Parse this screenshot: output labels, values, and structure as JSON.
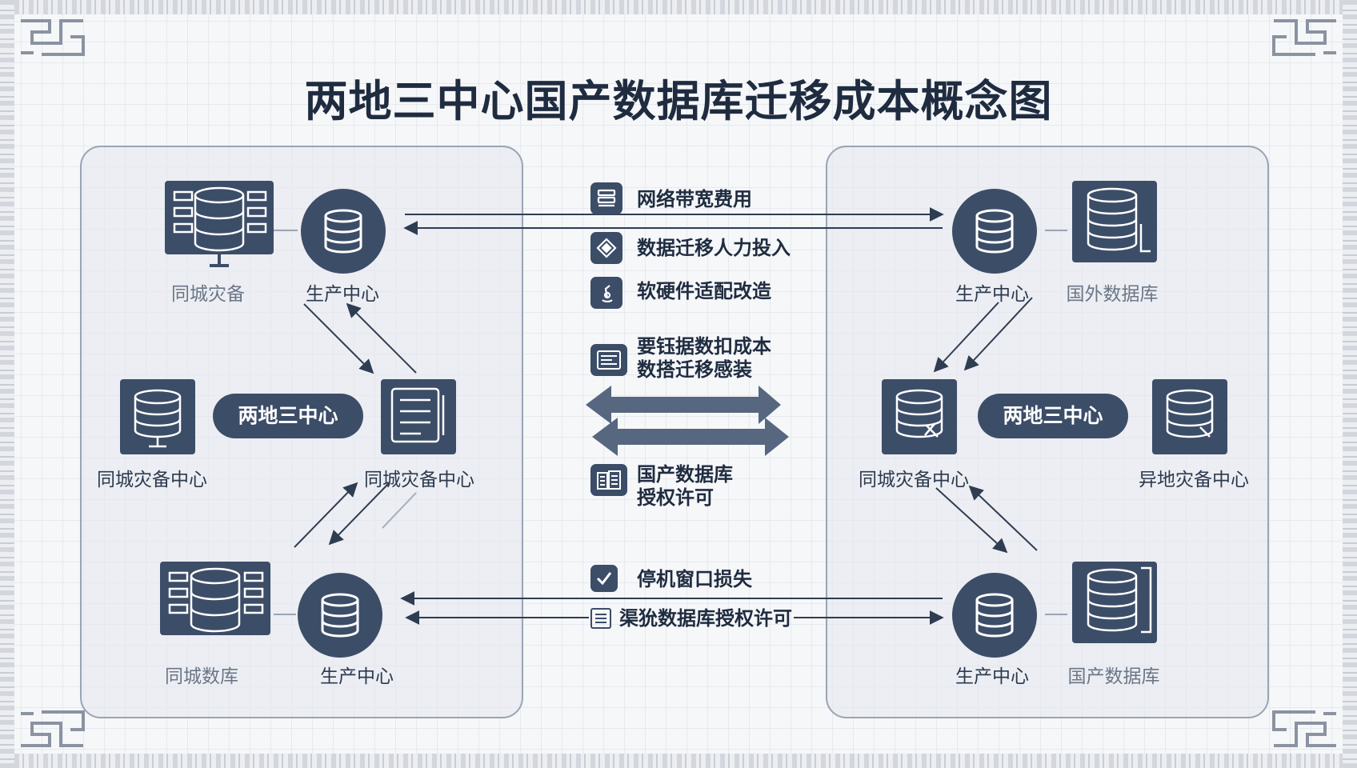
{
  "title": "两地三中心国产数据库迁移成本概念图",
  "colors": {
    "node": "#3c4d68",
    "arrow": "#2f3d52",
    "wide_arrow": "#56677f",
    "panel_border": "#9aa4b3"
  },
  "left_panel": {
    "top_left": {
      "icon": "server-rack-icon",
      "label": "同城灾备"
    },
    "top_center": {
      "icon": "database-icon",
      "label": "生产中心"
    },
    "pill": "两地三中心",
    "mid_left": {
      "icon": "database-monitor-icon",
      "label": "同城灾备中心"
    },
    "mid_right": {
      "icon": "database-monitor-icon",
      "label": "同城灾备中心"
    },
    "bottom_left": {
      "icon": "server-rack-icon",
      "label": "同城数库"
    },
    "bottom_center": {
      "icon": "database-icon",
      "label": "生产中心"
    }
  },
  "right_panel": {
    "top_center": {
      "icon": "database-icon",
      "label": "生产中心"
    },
    "top_right": {
      "icon": "database-monitor-icon",
      "label": "国外数据库"
    },
    "pill": "两地三中心",
    "mid_left": {
      "icon": "database-monitor-icon",
      "label": "同城灾备中心"
    },
    "mid_right": {
      "icon": "database-monitor-icon",
      "label": "异地灾备中心"
    },
    "bottom_center": {
      "icon": "database-icon",
      "label": "生产中心"
    },
    "bottom_right": {
      "icon": "database-monitor-icon",
      "label": "国产数据库"
    }
  },
  "costs": {
    "bandwidth": {
      "icon": "server-icon",
      "label": "网络带宽费用"
    },
    "labor": {
      "icon": "diamond-icon",
      "label": "数据迁移人力投入"
    },
    "adaptation": {
      "icon": "wrench-icon",
      "label": "软硬件适配改造"
    },
    "migration_line1": "要钰据数扣成本",
    "migration_line2": "数搭迁移感装",
    "migration_icon": "document-icon",
    "license_line1": "国产数据库",
    "license_line2": "授权许可",
    "license_icon": "building-icon",
    "downtime": {
      "icon": "checkbox-icon",
      "label": "停机窗口损失"
    },
    "license_bottom": {
      "icon": "list-icon",
      "label": "渠狁数据库授权许可"
    }
  }
}
